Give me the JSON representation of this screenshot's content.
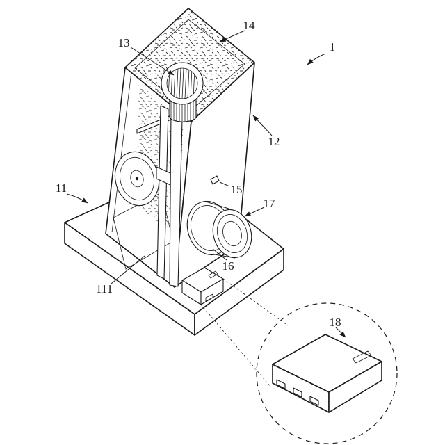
{
  "figure": {
    "background": "#ffffff",
    "ink": "#1a1a1a",
    "labels": {
      "l1": "1",
      "l11": "11",
      "l111": "111",
      "l12": "12",
      "l13": "13",
      "l14": "14",
      "l15": "15",
      "l16": "16",
      "l17": "17",
      "l18": "18"
    }
  }
}
